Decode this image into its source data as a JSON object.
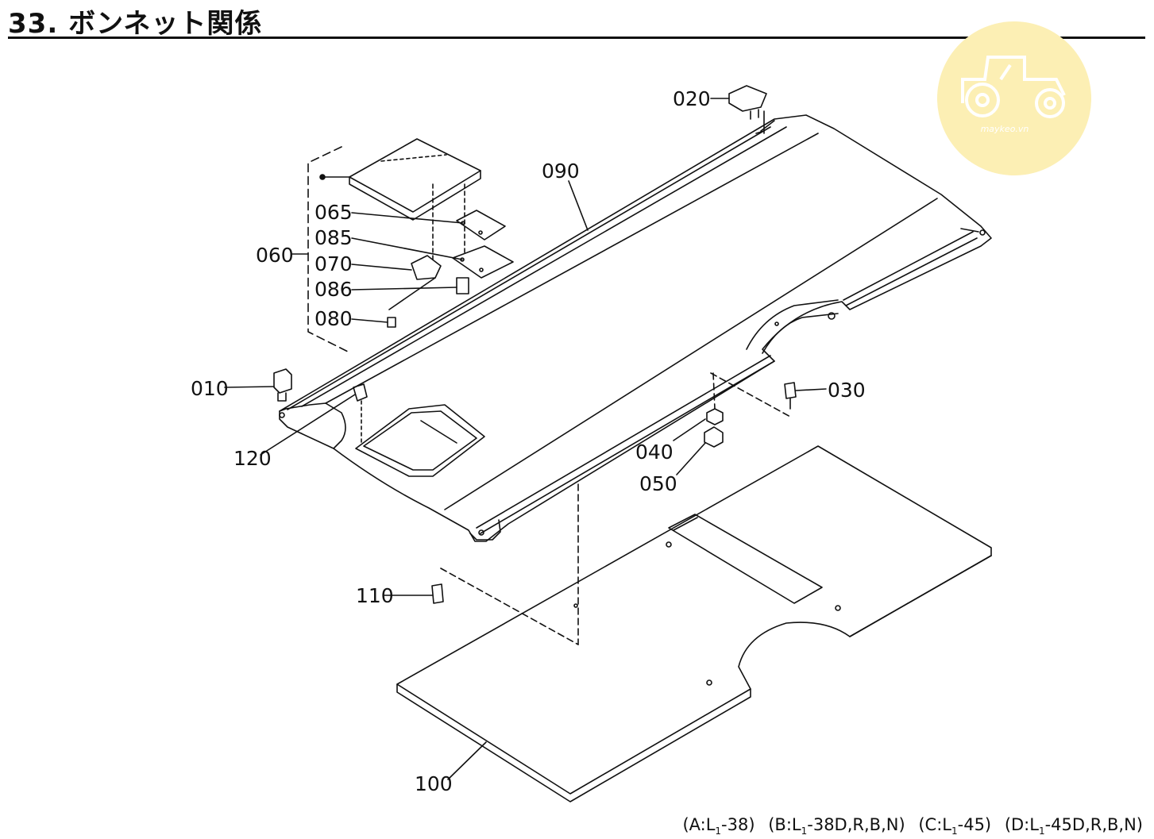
{
  "title": "33. ボンネット関係",
  "watermark": {
    "text": "maykeo.vn",
    "color": "#fcefb4"
  },
  "parts": [
    {
      "id": "p010",
      "label": "010"
    },
    {
      "id": "p020",
      "label": "020"
    },
    {
      "id": "p030",
      "label": "030"
    },
    {
      "id": "p040",
      "label": "040"
    },
    {
      "id": "p050",
      "label": "050"
    },
    {
      "id": "p060",
      "label": "060"
    },
    {
      "id": "p065",
      "label": "065"
    },
    {
      "id": "p070",
      "label": "070"
    },
    {
      "id": "p080",
      "label": "080"
    },
    {
      "id": "p085",
      "label": "085"
    },
    {
      "id": "p086",
      "label": "086"
    },
    {
      "id": "p090",
      "label": "090"
    },
    {
      "id": "p100",
      "label": "100"
    },
    {
      "id": "p110",
      "label": "110"
    },
    {
      "id": "p120",
      "label": "120"
    }
  ],
  "footer": {
    "a": "(A:L",
    "a_sub": "1",
    "a_tail": "-38)",
    "b": "(B:L",
    "b_sub": "1",
    "b_tail": "-38D,R,B,N)",
    "c": "(C:L",
    "c_sub": "1",
    "c_tail": "-45)",
    "d": "(D:L",
    "d_sub": "1",
    "d_tail": "-45D,R,B,N)"
  }
}
